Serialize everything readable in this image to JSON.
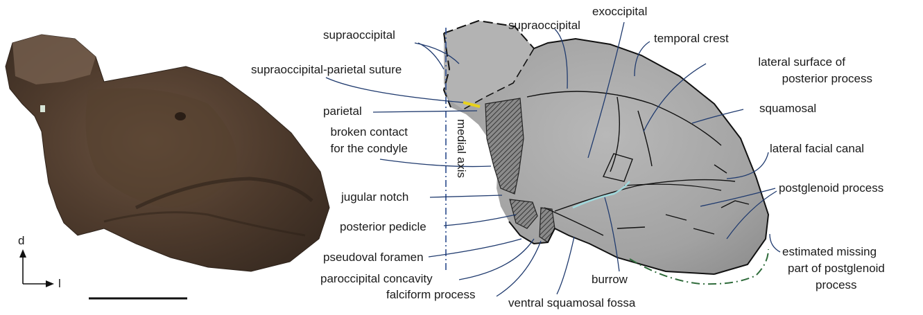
{
  "figure": {
    "axis_label": "medial axis",
    "orientation": {
      "dorsal": "d",
      "lateral": "l"
    },
    "labels": {
      "supraoccipital_left": "supraoccipital",
      "supraoccipital_parietal_suture": "supraoccipital-parietal suture",
      "parietal": "parietal",
      "broken_contact_1": "broken contact",
      "broken_contact_2": "for the condyle",
      "jugular_notch": "jugular notch",
      "posterior_pedicle": "posterior pedicle",
      "pseudoval_foramen": "pseudoval foramen",
      "paroccipital_concavity": "paroccipital concavity",
      "falciform_process": "falciform process",
      "ventral_squamosal_fossa": "ventral squamosal fossa",
      "burrow": "burrow",
      "supraoccipital_top": "supraoccipital",
      "exoccipital": "exoccipital",
      "temporal_crest": "temporal crest",
      "lateral_surface_1": "lateral surface of",
      "lateral_surface_2": "posterior process",
      "squamosal": "squamosal",
      "lateral_facial_canal": "lateral facial canal",
      "postglenoid_process": "postglenoid process",
      "estimated_1": "estimated missing",
      "estimated_2": "part of postglenoid",
      "estimated_3": "process"
    },
    "colors": {
      "leader": "#1f3a6e",
      "medial_axis": "#2a4a8c",
      "suture": "#e8d21c",
      "burrow_line": "#9fd8dc",
      "missing_outline": "#2e6b3a",
      "outline": "#111111",
      "photo_brown": "#5a4433",
      "drawing_gray": "#a9a9a9"
    }
  }
}
